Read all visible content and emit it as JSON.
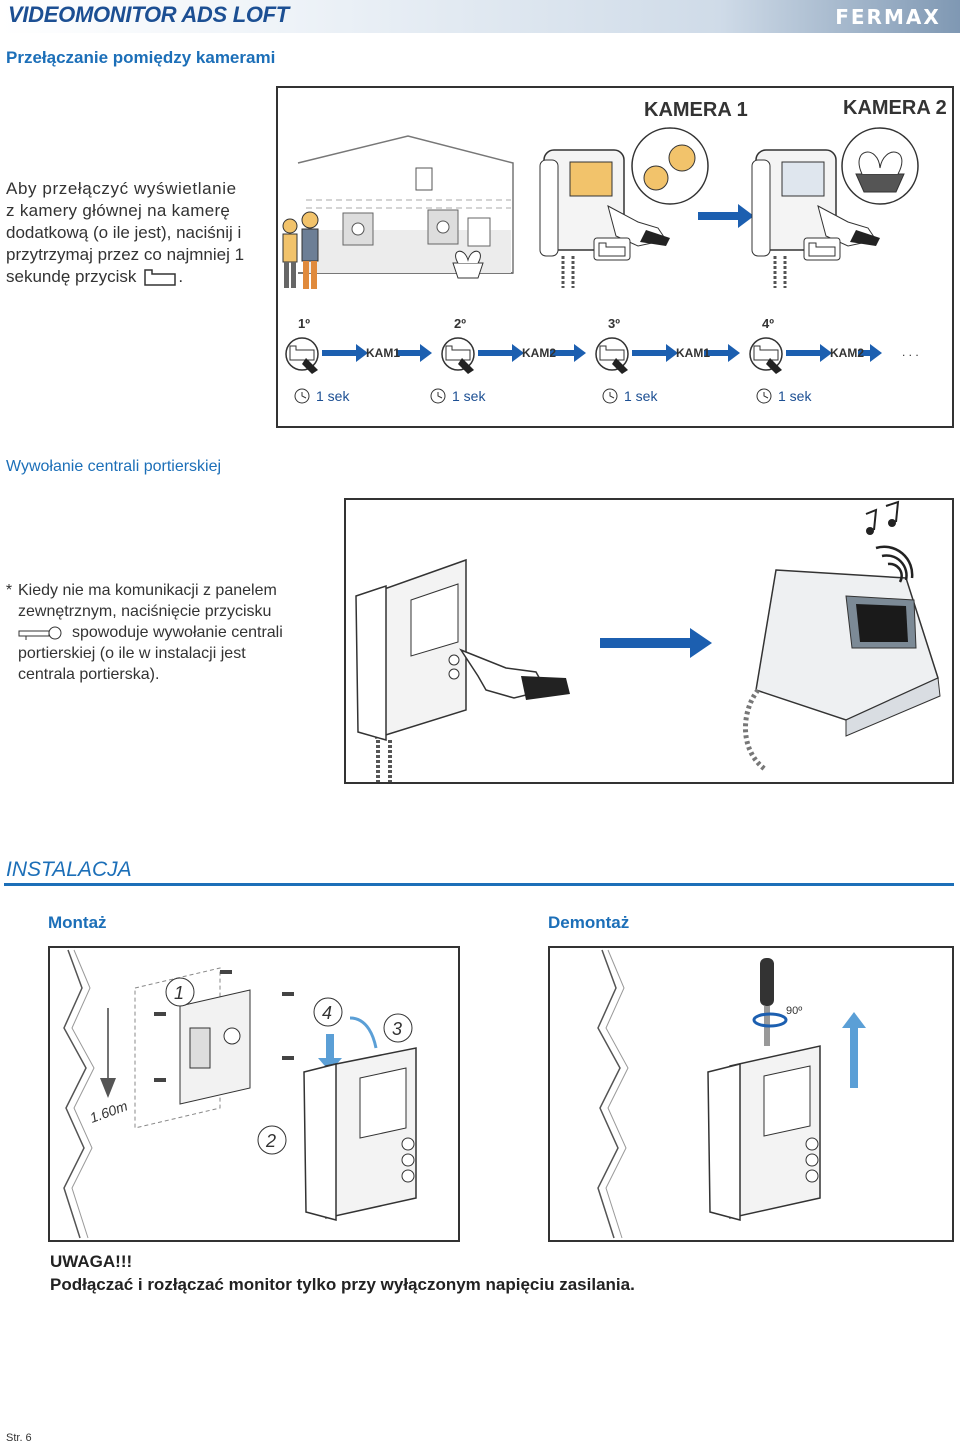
{
  "header": {
    "title": "VIDEOMONITOR ADS LOFT",
    "brand": "FERMAX"
  },
  "camera_switch": {
    "title": "Przełączanie pomiędzy kamerami",
    "description_lines": [
      "Aby przełączyć wyświetlanie",
      "z kamery głównej na kamerę",
      "dodatkową (o ile jest), naciśnij i",
      "przytrzymaj przez co najmniej 1",
      "sekundę przycisk"
    ],
    "description_end": ".",
    "camera1_label": "KAMERA 1",
    "camera2_label": "KAMERA 2",
    "sequence": [
      {
        "step": "1º",
        "cam": "KAM1",
        "time": "1 sek"
      },
      {
        "step": "2º",
        "cam": "KAM2",
        "time": "1 sek"
      },
      {
        "step": "3º",
        "cam": "KAM1",
        "time": "1 sek"
      },
      {
        "step": "4º",
        "cam": "KAM2",
        "time": "1 sek"
      }
    ],
    "ellipsis": ". . ."
  },
  "concierge": {
    "title": "Wywołanie centrali portierskiej",
    "asterisk": "*",
    "lines_before_icon": [
      "Kiedy nie ma komunikacji z panelem",
      "zewnętrznym, naciśnięcie przycisku"
    ],
    "line_after_icon": "spowoduje wywołanie centrali",
    "lines_after": [
      "portierskiej (o ile w instalacji jest",
      "centrala portierska)."
    ]
  },
  "installation": {
    "title": "INSTALACJA",
    "mount_title": "Montaż",
    "dismount_title": "Demontaż",
    "height_label": "1.60m",
    "angle_label": "90º",
    "step_numbers": [
      "1",
      "2",
      "3",
      "4"
    ]
  },
  "warning": {
    "title": "UWAGA!!!",
    "text": "Podłączać i rozłączać monitor tylko przy wyłączonym napięciu zasilania."
  },
  "footer": {
    "page": "Str. 6"
  }
}
